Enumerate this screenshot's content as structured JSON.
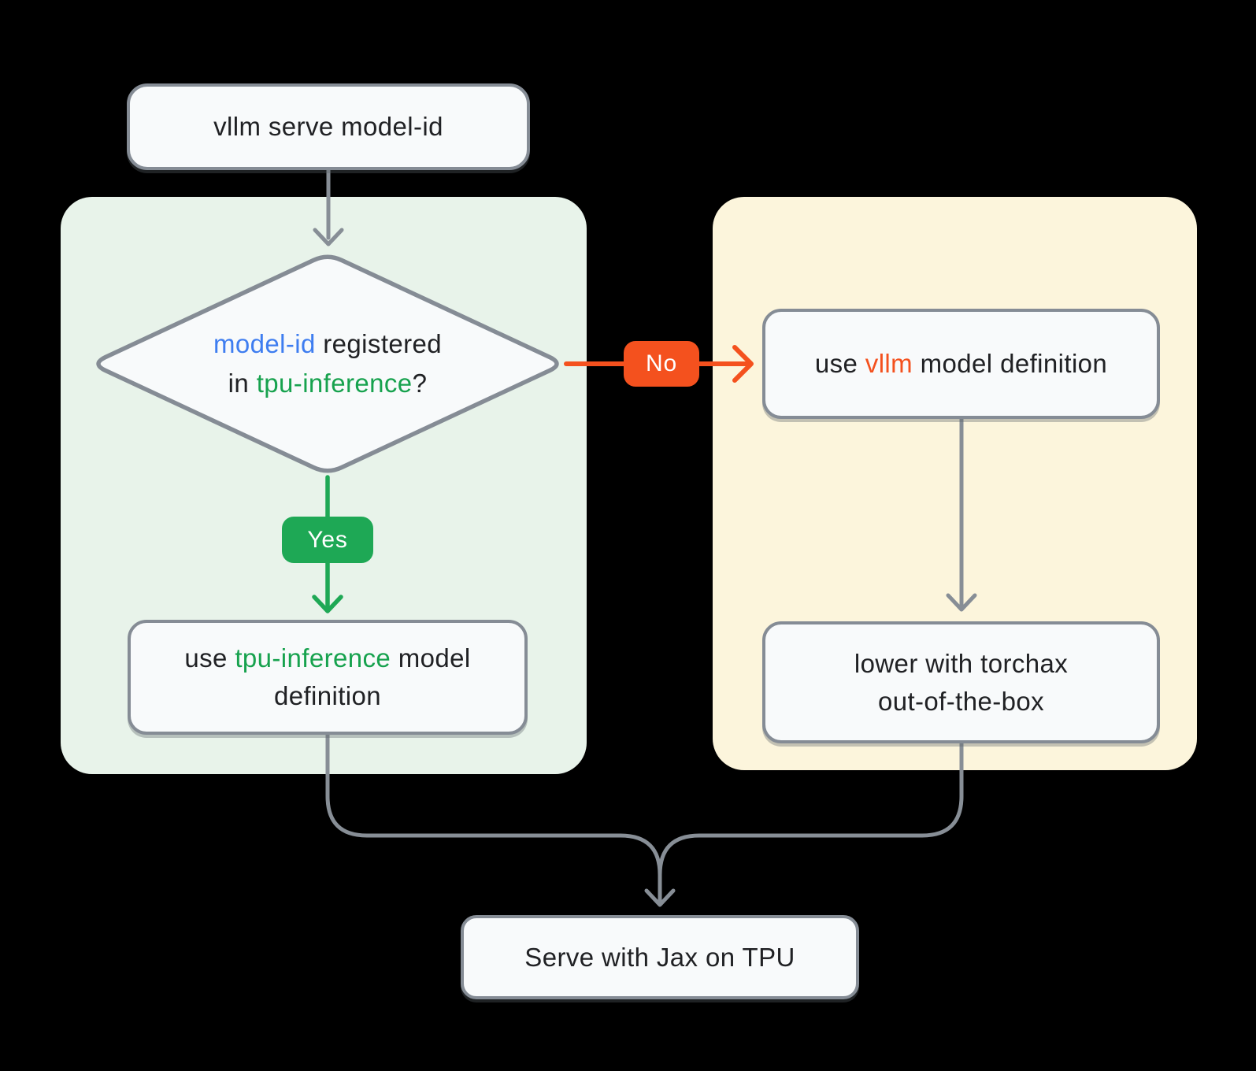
{
  "diagram": {
    "title": "vllm serve on TPU decision flowchart",
    "colors": {
      "background": "#000000",
      "line_gray": "#878E96",
      "node_border": "#858C95",
      "node_fill": "#F8FAFB",
      "text_dark": "#202124",
      "text_green": "#17A24E",
      "accent_blue": "#3E7DF0",
      "accent_green": "#1EA855",
      "accent_orange": "#F4511E",
      "container_green": "#E8F3EA",
      "container_yellow": "#FCF5DC"
    },
    "nodes": {
      "start": {
        "label": "vllm serve model-id"
      },
      "decision": {
        "part_model_id": "model-id",
        "part_registered": " registered",
        "part_in": "in ",
        "part_tpu_inference": "tpu-inference",
        "part_question": "?"
      },
      "tpu_box": {
        "part_use": "use ",
        "part_tpu_inference": "tpu-inference",
        "part_model": " model",
        "line2": "definition"
      },
      "vllm_box": {
        "part_use": "use ",
        "part_vllm": "vllm",
        "part_rest": " model definition"
      },
      "torchax_box": {
        "line1": "lower with torchax",
        "line2": "out-of-the-box"
      },
      "end": {
        "label": "Serve with Jax on TPU"
      }
    },
    "edges": {
      "yes_label": "Yes",
      "no_label": "No"
    }
  }
}
